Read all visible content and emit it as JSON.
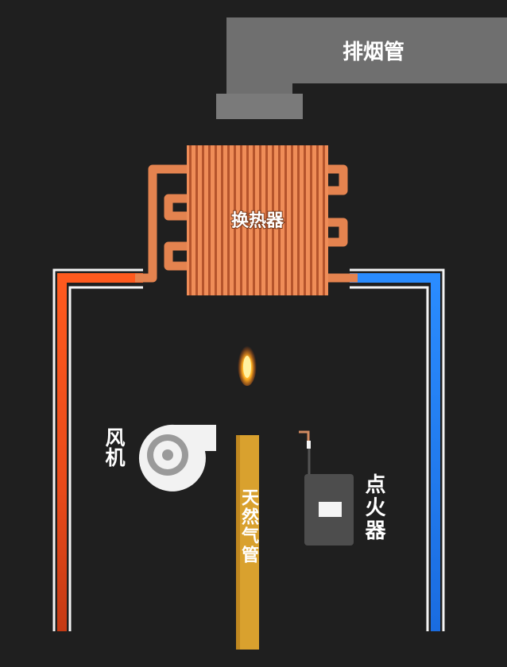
{
  "labels": {
    "flue_pipe": "排烟管",
    "heat_exchanger": "换热器",
    "fan": "风机",
    "gas_pipe": "天然气管",
    "igniter": "点火器"
  },
  "colors": {
    "background": "#1f1f1f",
    "flue": "#6f6f6f",
    "copper": "#e4834f",
    "hot_water": "#ff5a1e",
    "cold_water": "#2a8cff",
    "gas_pipe": "#d9a12e",
    "igniter": "#4d4d4d"
  }
}
